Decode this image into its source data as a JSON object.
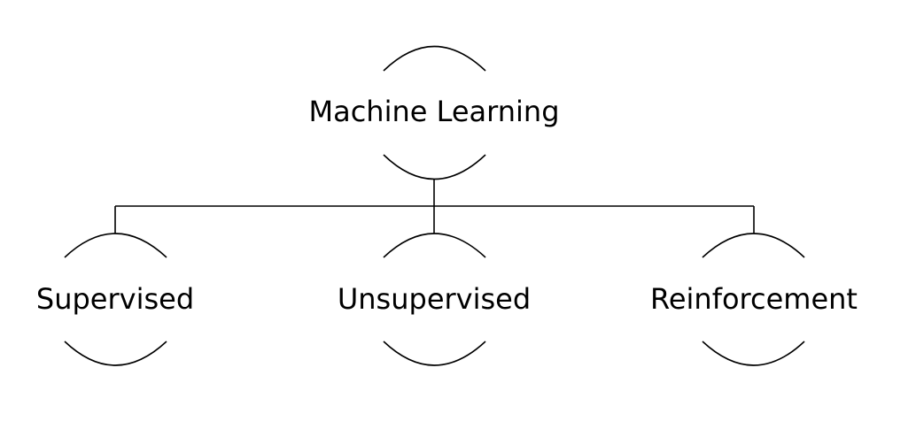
{
  "diagram": {
    "root": {
      "label": "Machine Learning"
    },
    "children": [
      {
        "label": "Supervised"
      },
      {
        "label": "Unsupervised"
      },
      {
        "label": "Reinforcement"
      }
    ],
    "colors": {
      "stroke": "#000000",
      "background": "#ffffff",
      "text": "#000000"
    }
  }
}
